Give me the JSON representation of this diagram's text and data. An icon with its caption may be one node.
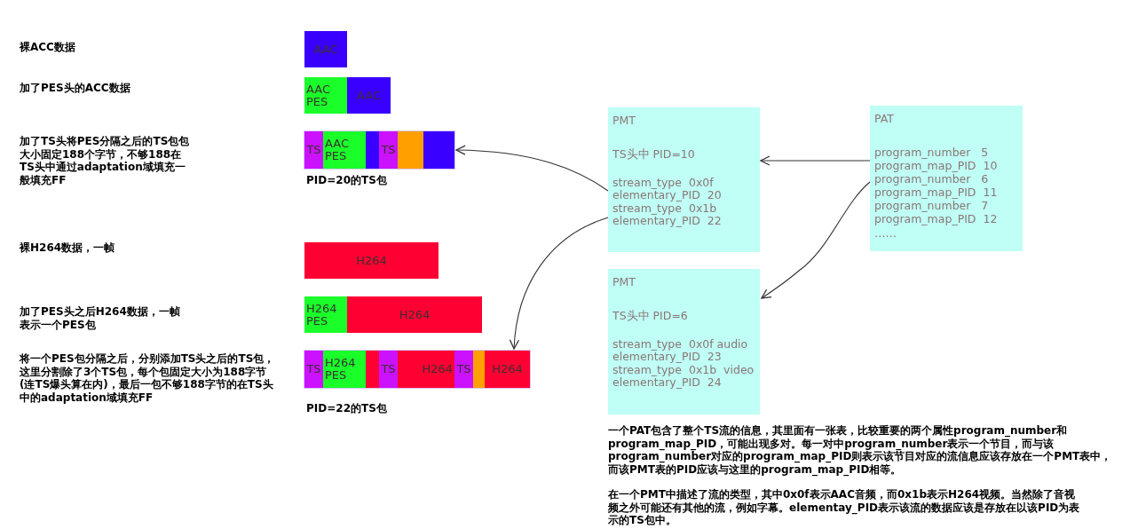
{
  "diagram": {
    "nodes": [
      {
        "text": [
          "AAC"
        ]
      },
      {
        "text": [
          "AAC PES"
        ]
      },
      {
        "text": [
          "AAC"
        ]
      },
      {
        "text": [],
        "shape": "bar",
        "beside": [
          "PID=20的TS包"
        ]
      },
      {
        "text": [
          "TS"
        ],
        "in": 3
      },
      {
        "text": [
          "AAC PES"
        ],
        "in": 3
      },
      {
        "text": [],
        "shape": "box",
        "in": 3
      },
      {
        "text": [
          "TS"
        ],
        "in": 3
      },
      {
        "text": [],
        "shape": "box",
        "in": 3
      },
      {
        "text": [],
        "shape": "box",
        "in": 3
      },
      {
        "text": [
          "H264"
        ]
      },
      {
        "text": [
          "H264 PES"
        ]
      },
      {
        "text": [
          "H264"
        ]
      },
      {
        "text": [],
        "shape": "bar",
        "beside": [
          "PID=22的TS包"
        ]
      },
      {
        "text": [
          "TS"
        ],
        "in": 13
      },
      {
        "text": [
          "H264 PES"
        ],
        "in": 13
      },
      {
        "text": [],
        "shape": "box",
        "in": 13
      },
      {
        "text": [
          "TS"
        ],
        "in": 13
      },
      {
        "text": [
          "H264"
        ],
        "in": 13
      },
      {
        "text": [
          "TS"
        ],
        "in": 13
      },
      {
        "text": [],
        "shape": "box",
        "in": 13
      },
      {
        "text": [
          "H264"
        ],
        "in": 13
      },
      {
        "text": [
          "PMT",
          "TS头中 PID=10",
          "stream_type  0x0f",
          "elementary_PID  20",
          "stream_type  0x1b",
          "elementary_PID  22"
        ]
      },
      {
        "text": [
          "PAT",
          "program_number   5",
          "program_map_PID  10",
          "program_number   6",
          "program_map_PID  11",
          "program_number   7",
          "program_map_PID  12",
          "……"
        ]
      },
      {
        "text": [
          "PMT",
          "TS头中 PID=6",
          "stream_type  0x0f audio",
          "elementary_PID  23",
          "stream_type  0x1b  video",
          "elementary_PID  24"
        ]
      }
    ],
    "edges": [
      {
        "from": 23,
        "to": 22,
        "arrow": "to"
      },
      {
        "from": 23,
        "to": 24,
        "arrow": "to"
      },
      {
        "from": 22,
        "to": 3,
        "arrow": "to"
      },
      {
        "from": 22,
        "to": 13,
        "arrow": "to"
      }
    ],
    "labels": [
      "裸ACC数据",
      "加了PES头的ACC数据",
      "加了TS头将PES分隔之后的TS包包大小固定188个字节，不够188在TS头中通过adaptation域填充一般填充FF",
      "裸H264数据，一帧",
      "加了PES头之后H264数据，一帧表示一个PES包",
      "将一个PES包分隔之后，分别添加TS头之后的TS包，这里分割除了3个TS包，每个包固定大小为188字节(连TS爆头算在内)，最后一包不够188字节的在TS头中的adaptation域填充FF",
      "一个PAT包含了整个TS流的信息，其里面有一张表，比较重要的两个属性program_number和program_map_PID，可能出现多对。每一对中program_number表示一个节目，而与该program_number对应的program_map_PID则表示该节目对应的流信息应该存放在一个PMT表中，而该PMT表的PID应该与这里的program_map_PID相等。",
      "在一个PMT中描述了流的类型，其中0x0f表示AAC音频，而0x1b表示H264视频。当然除了音视频之外可能还有其他的流，例如字幕。elementay_PID表示该流的数据应该是存放在以该PID为表示的TS包中。"
    ]
  }
}
